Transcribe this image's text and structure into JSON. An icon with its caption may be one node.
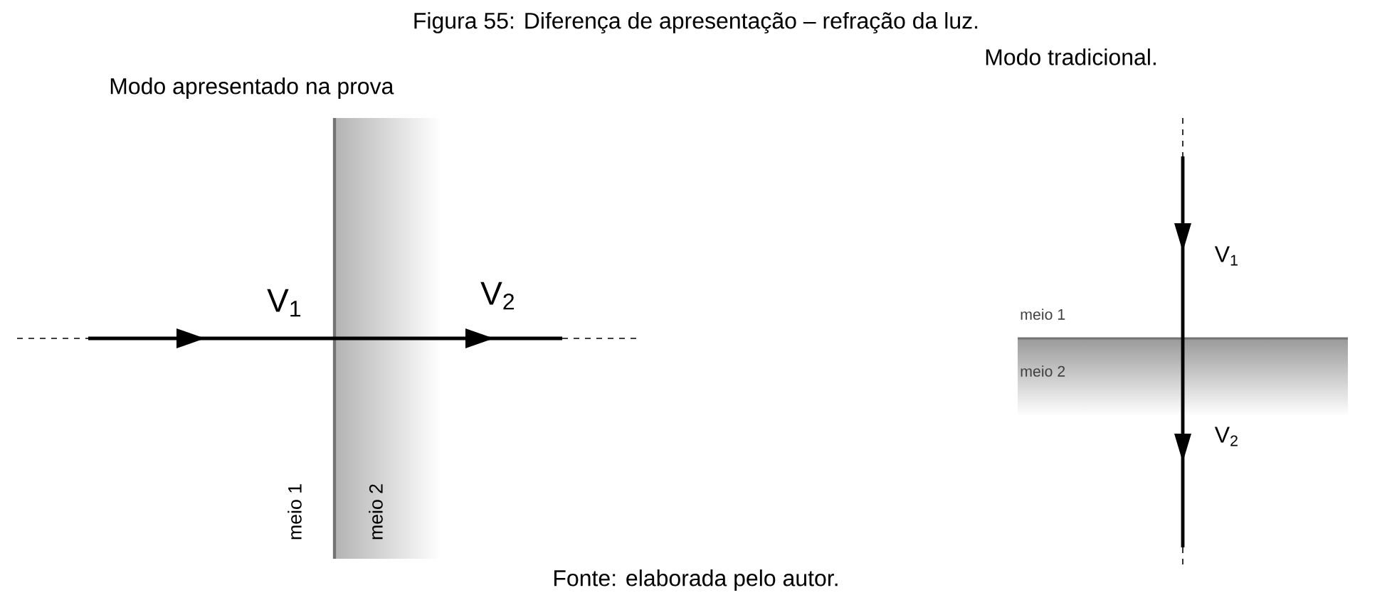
{
  "diagram": {
    "title": "Figura 55: Diferença de apresentação – refração da luz.",
    "caption": "Fonte: elaborada pelo autor.",
    "labels": [
      "Modo apresentado na prova",
      "Modo tradicional.",
      "V$_{1}$",
      "V$_{2}$",
      "meio 1",
      "meio 2",
      "V$_{1}$",
      "meio 1",
      "meio 2",
      "V$_{2}$"
    ]
  }
}
